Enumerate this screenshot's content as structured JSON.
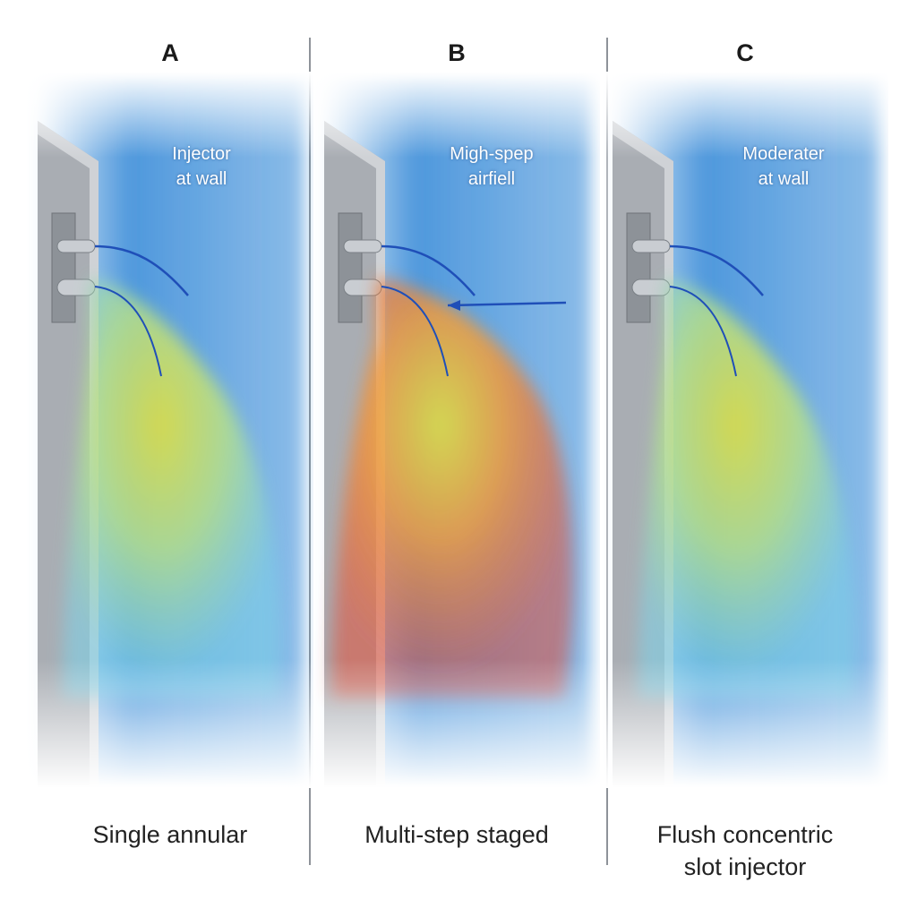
{
  "panels": [
    {
      "letter": "A",
      "overlay": [
        "Injector",
        "at wall"
      ],
      "caption": [
        "Single annular"
      ],
      "plume_palette": "cool"
    },
    {
      "letter": "B",
      "overlay": [
        "Migh-spep",
        "airfiell"
      ],
      "caption": [
        "Multi-step staged"
      ],
      "plume_palette": "hot"
    },
    {
      "letter": "C",
      "overlay": [
        "Moderater",
        "at wall"
      ],
      "caption": [
        "Flush concentric",
        "slot injector"
      ],
      "plume_palette": "cool"
    }
  ],
  "colors": {
    "background": "#ffffff",
    "crossflow_blue": "#2f86d6",
    "wall_gray": "#a9adb3",
    "plume_yellow": "#e8e23a",
    "plume_cyan": "#7fd0e6",
    "plume_red": "#e8472f",
    "streamline_blue": "#1f4fb8",
    "text_dark": "#222222"
  }
}
